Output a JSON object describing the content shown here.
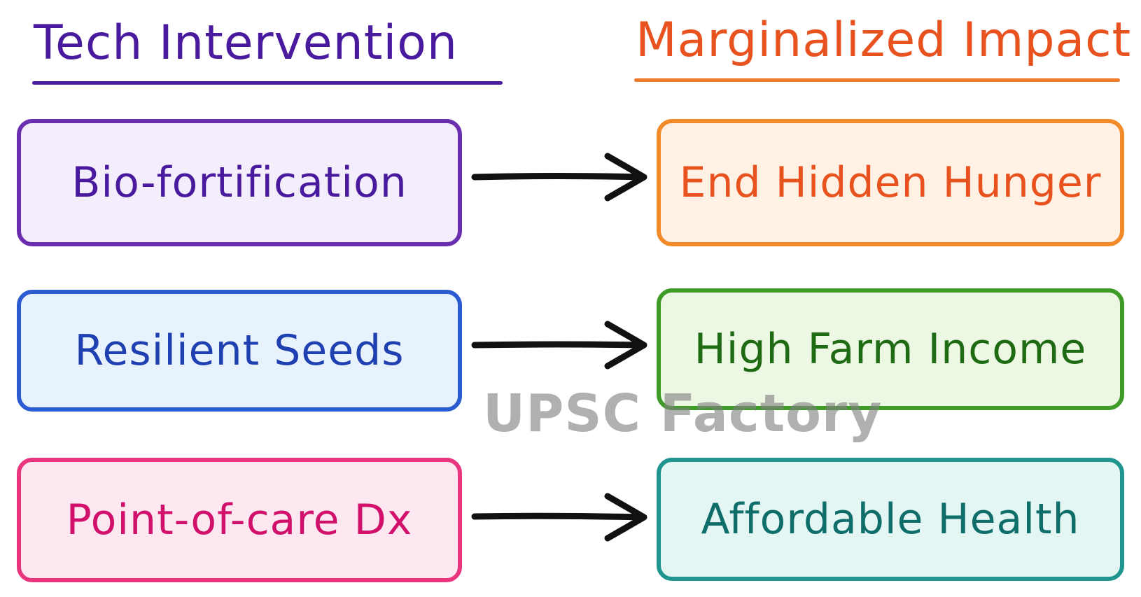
{
  "headings": {
    "left": "Tech Intervention",
    "right": "Marginalized Impact"
  },
  "rows": [
    {
      "intervention": "Bio-fortification",
      "impact": "End Hidden Hunger",
      "left_text_color": "#4a1a9e",
      "left_border_color": "#6a2fb0",
      "left_fill": "#f4eefc",
      "right_text_color": "#e8521e",
      "right_border_color": "#f28a2a",
      "right_fill": "#fff1e3"
    },
    {
      "intervention": "Resilient Seeds",
      "impact": "High Farm Income",
      "left_text_color": "#1e40b0",
      "left_border_color": "#2a5bd0",
      "left_fill": "#e8f2fc",
      "right_text_color": "#1f6b14",
      "right_border_color": "#3e9b28",
      "right_fill": "#edf8e4"
    },
    {
      "intervention": "Point-of-care Dx",
      "impact": "Affordable Health",
      "left_text_color": "#d0106a",
      "left_border_color": "#e8357e",
      "left_fill": "#fde8f1",
      "right_text_color": "#0f6e6a",
      "right_border_color": "#20958f",
      "right_fill": "#e3f6f4"
    }
  ],
  "arrow_color": "#111111",
  "watermark": "UPSC Factory"
}
